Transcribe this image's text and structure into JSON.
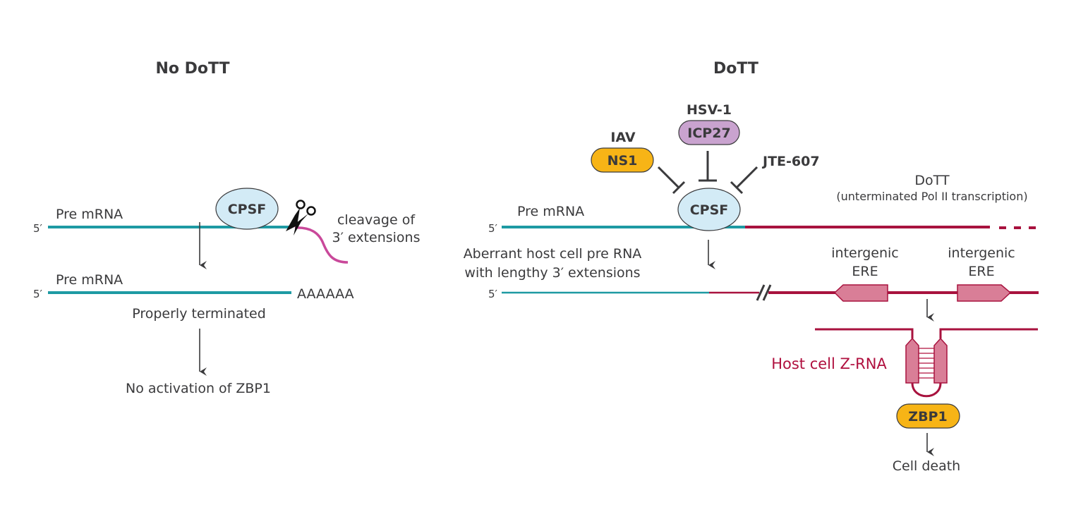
{
  "colors": {
    "teal": "#1e9aa3",
    "crimson": "#a8123e",
    "magenta": "#c9489a",
    "cpsf_fill": "#d3ebf6",
    "ns1_fill": "#f7b416",
    "icp27_fill": "#c9a3cf",
    "ere_fill": "#d97e97",
    "text": "#3a3a3c"
  },
  "left_panel": {
    "title": "No DoTT",
    "five_prime_1": "5′",
    "pre_mrna_1": "Pre mRNA",
    "cpsf": "CPSF",
    "cleavage_line1": "cleavage of",
    "cleavage_line2": "3′ extensions",
    "five_prime_2": "5′",
    "pre_mrna_2": "Pre mRNA",
    "poly_a": "AAAAAA",
    "properly_terminated": "Properly terminated",
    "outcome": "No activation of ZBP1"
  },
  "right_panel": {
    "title": "DoTT",
    "iav": "IAV",
    "ns1": "NS1",
    "hsv1": "HSV-1",
    "icp27": "ICP27",
    "jte": "JTE-607",
    "cpsf": "CPSF",
    "five_prime_1": "5′",
    "pre_mrna": "Pre mRNA",
    "dott_label": "DoTT",
    "dott_sub": "(unterminated Pol II transcription)",
    "aberrant_line1": "Aberrant host cell pre RNA",
    "aberrant_line2": "with lengthy 3′ extensions",
    "five_prime_2": "5′",
    "ere1_line1": "intergenic",
    "ere1_line2": "ERE",
    "ere2_line1": "intergenic",
    "ere2_line2": "ERE",
    "zrna": "Host cell Z-RNA",
    "zbp1": "ZBP1",
    "outcome": "Cell death"
  }
}
